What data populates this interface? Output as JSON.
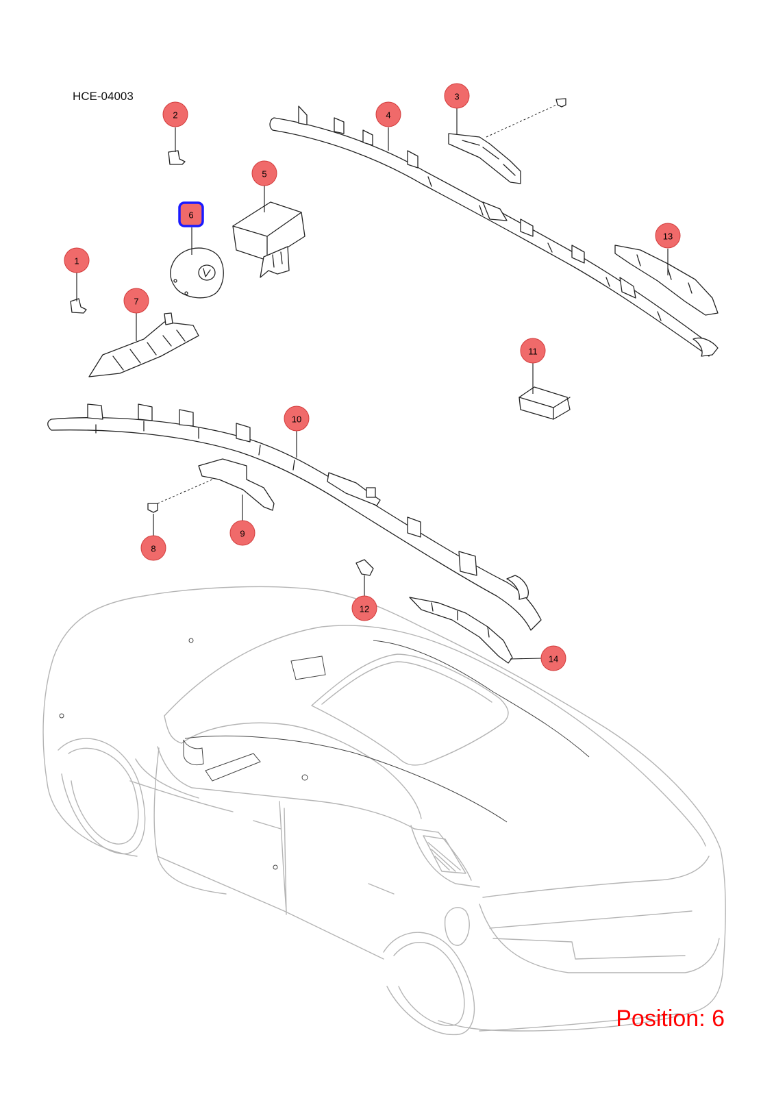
{
  "diagram_code": "HCE-04003",
  "position_text": "Position: 6",
  "highlighted_callout": "6",
  "colors": {
    "callout_fill": "#f06a6a",
    "callout_stroke": "#d23c3c",
    "highlight_stroke": "#1a1aff",
    "position_text": "#ff0000",
    "car_outline": "#b4b4b4"
  },
  "callouts": [
    {
      "id": "1",
      "label": "1"
    },
    {
      "id": "2",
      "label": "2"
    },
    {
      "id": "3",
      "label": "3"
    },
    {
      "id": "4",
      "label": "4"
    },
    {
      "id": "5",
      "label": "5"
    },
    {
      "id": "6",
      "label": "6"
    },
    {
      "id": "7",
      "label": "7"
    },
    {
      "id": "8",
      "label": "8"
    },
    {
      "id": "9",
      "label": "9"
    },
    {
      "id": "10",
      "label": "10"
    },
    {
      "id": "11",
      "label": "11"
    },
    {
      "id": "12",
      "label": "12"
    },
    {
      "id": "13",
      "label": "13"
    },
    {
      "id": "14",
      "label": "14"
    }
  ]
}
